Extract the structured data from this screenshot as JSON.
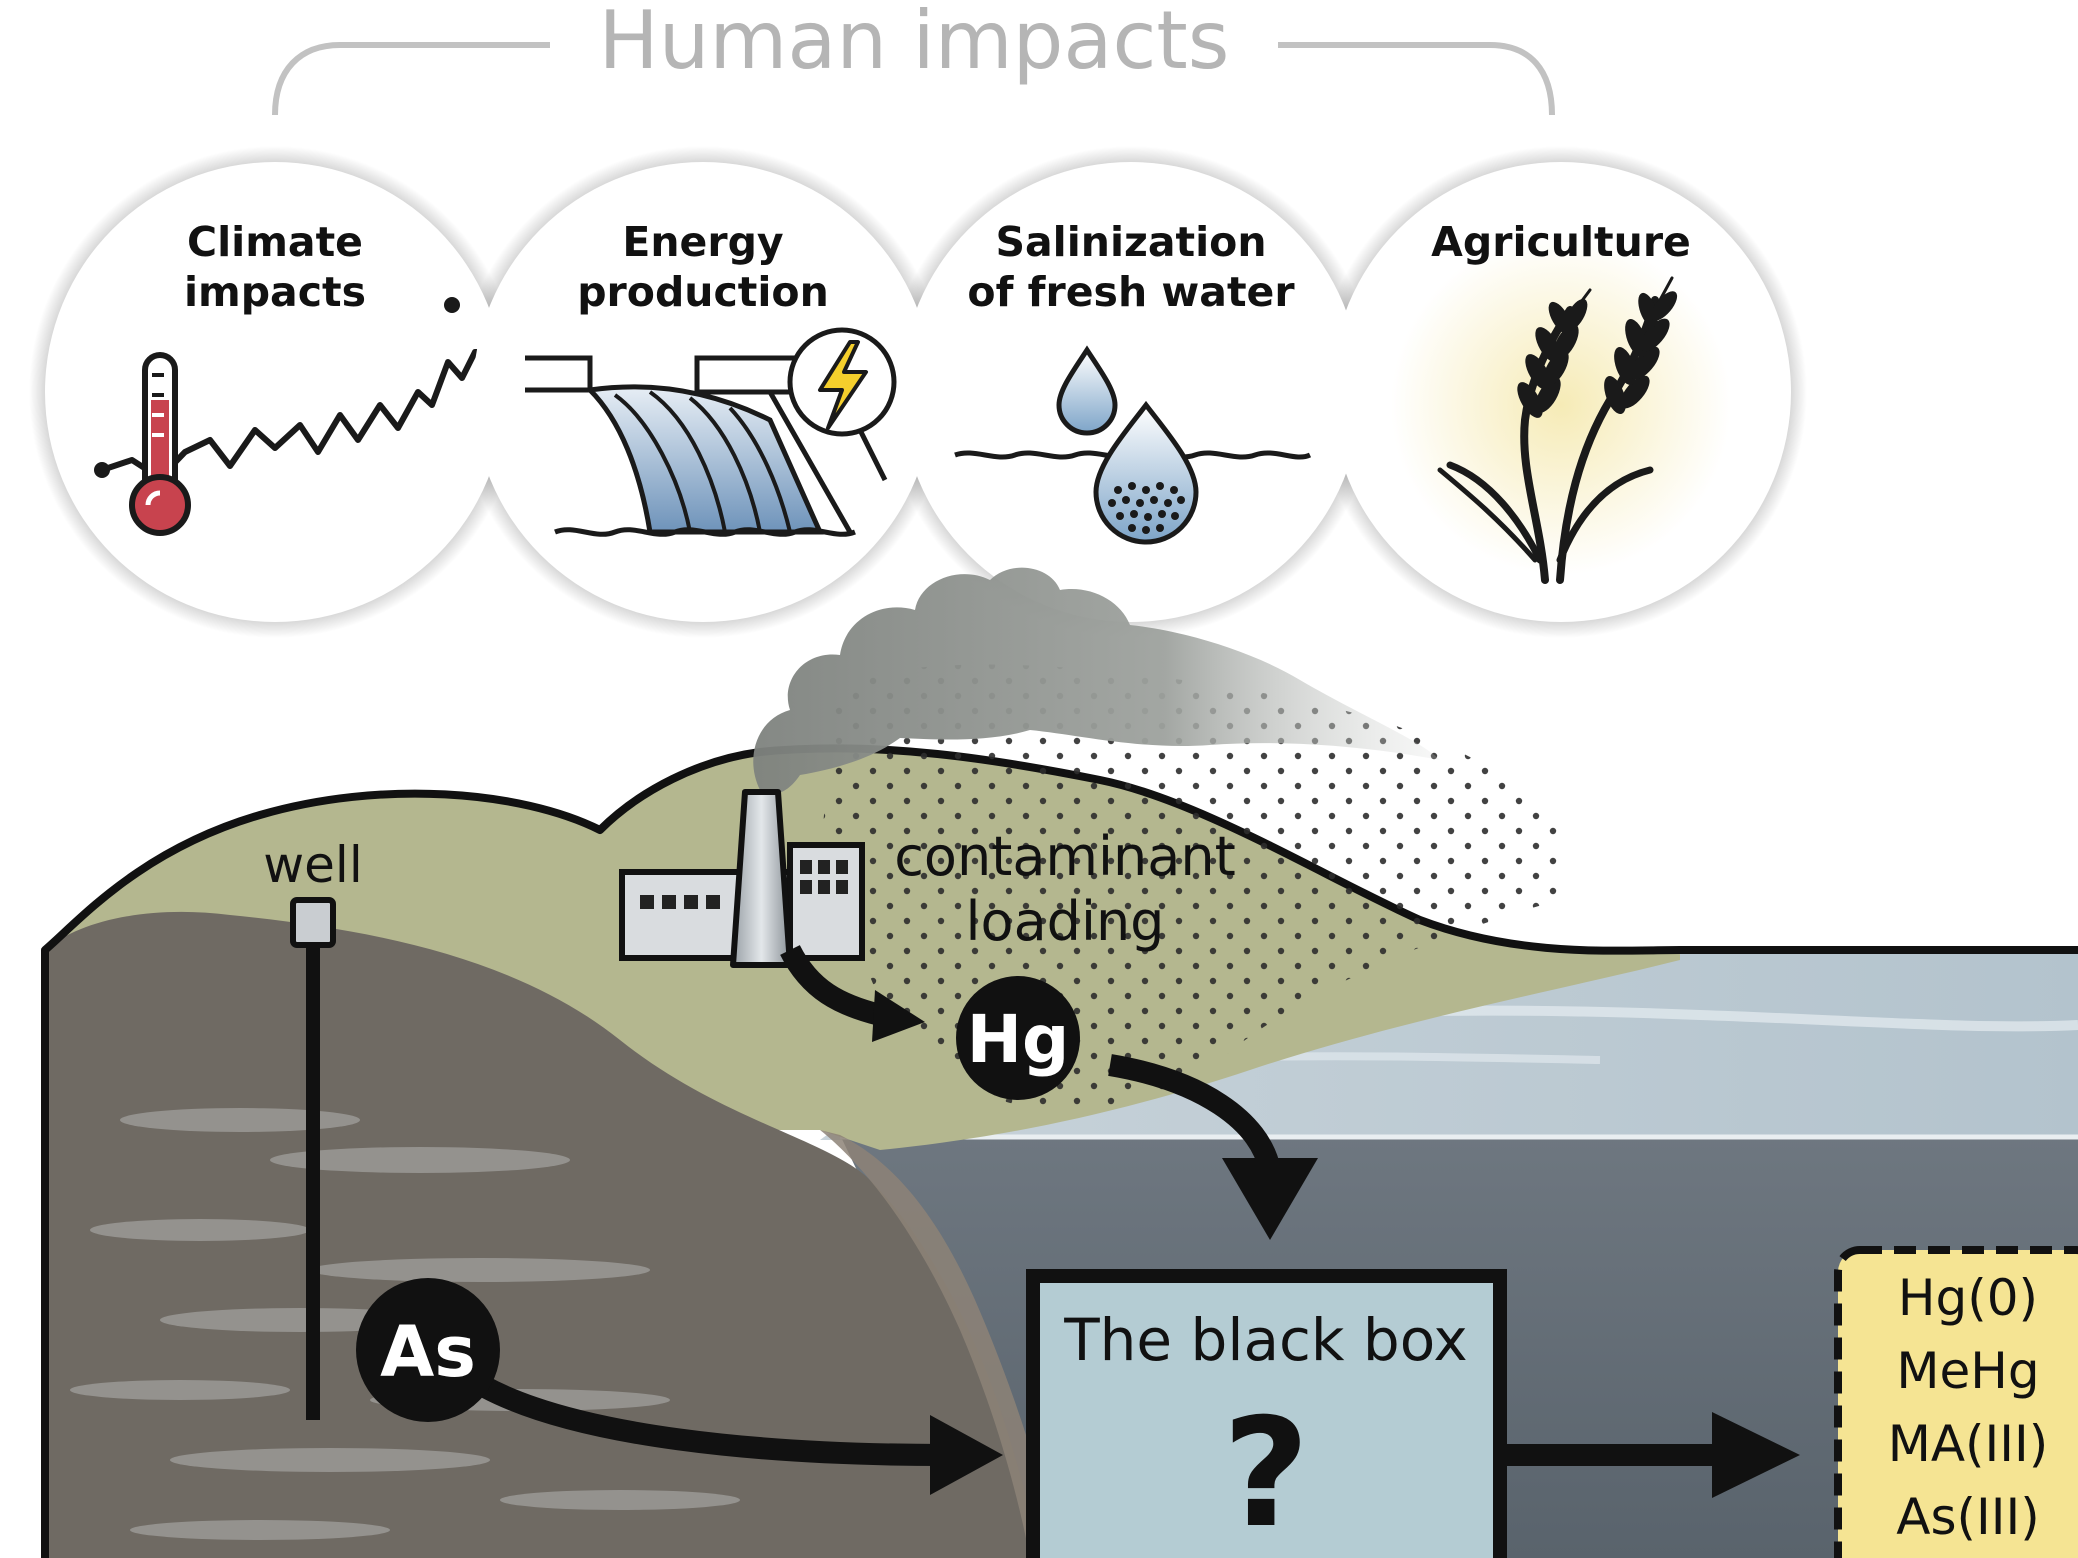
{
  "header": {
    "title": "Human impacts"
  },
  "impacts": [
    {
      "label_lines": [
        "Climate",
        "impacts"
      ],
      "icon": "thermometer-rising-line-icon"
    },
    {
      "label_lines": [
        "Energy",
        "production"
      ],
      "icon": "hydro-dam-icon"
    },
    {
      "label_lines": [
        "Salinization",
        "of fresh water"
      ],
      "icon": "water-drops-icon"
    },
    {
      "label_lines": [
        "Agriculture"
      ],
      "icon": "wheat-icon"
    }
  ],
  "landscape": {
    "well_label": "well",
    "contaminant_label_lines": [
      "contaminant",
      "loading"
    ],
    "hg_label": "Hg",
    "as_label": "As",
    "black_box_title": "The black box",
    "black_box_mark": "?",
    "products": [
      "Hg(0)",
      "MeHg",
      "MA(III)",
      "As(III)"
    ]
  },
  "colors": {
    "title_gray": "#b5b5b5",
    "hill_green": "#b4b78f",
    "soil_brown": "#6f6a63",
    "lake_water": "#c5d2da",
    "lake_deep": "#65707a",
    "black_box_fill": "#b4ccd3",
    "products_fill": "#f5e493",
    "thermometer_red": "#c8434e",
    "bolt_yellow": "#f5cf2c",
    "drop_blue": "#8fb0cf"
  }
}
